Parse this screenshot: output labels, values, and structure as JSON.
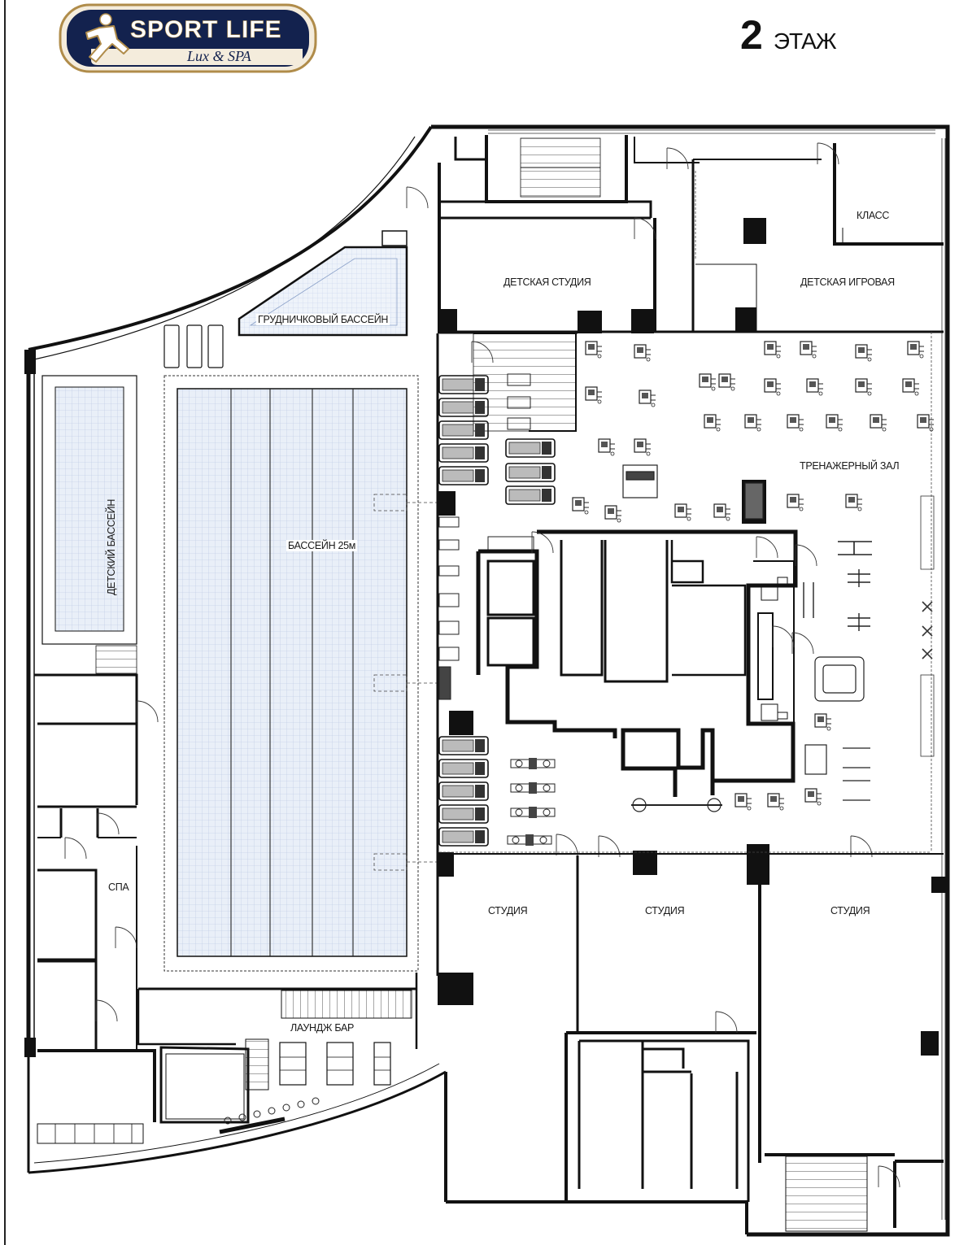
{
  "brand": {
    "name": "SPORT LIFE",
    "tagline": "Lux & SPA",
    "colors": {
      "navy": "#13224e",
      "gold": "#b08c4a",
      "cream": "#f4ecdc",
      "white": "#ffffff"
    }
  },
  "floor": {
    "number": "2",
    "label": "ЭТАЖ"
  },
  "rooms": {
    "class": "КЛАСС",
    "kids_studio": "ДЕТСКАЯ СТУДИЯ",
    "kids_playroom": "ДЕТСКАЯ ИГРОВАЯ",
    "baby_pool": "ГРУДНИЧКОВЫЙ БАССЕЙН",
    "gym": "ТРЕНАЖЕРНЫЙ ЗАЛ",
    "kids_pool": "ДЕТСКИЙ БАССЕЙН",
    "pool_25m": "БАССЕЙН 25м",
    "spa": "СПА",
    "studio_1": "СТУДИЯ",
    "studio_2": "СТУДИЯ",
    "studio_3": "СТУДИЯ",
    "lounge_bar": "ЛАУНДЖ БАР"
  },
  "colors": {
    "wall": "#111111",
    "water": "#dfe8f4",
    "water_line": "#9fb3d6",
    "thin_line": "#555555"
  },
  "icons": [
    "running-man-icon",
    "door-swing-icon",
    "staircase-icon",
    "gym-equipment-icon",
    "sunbed-icon"
  ]
}
